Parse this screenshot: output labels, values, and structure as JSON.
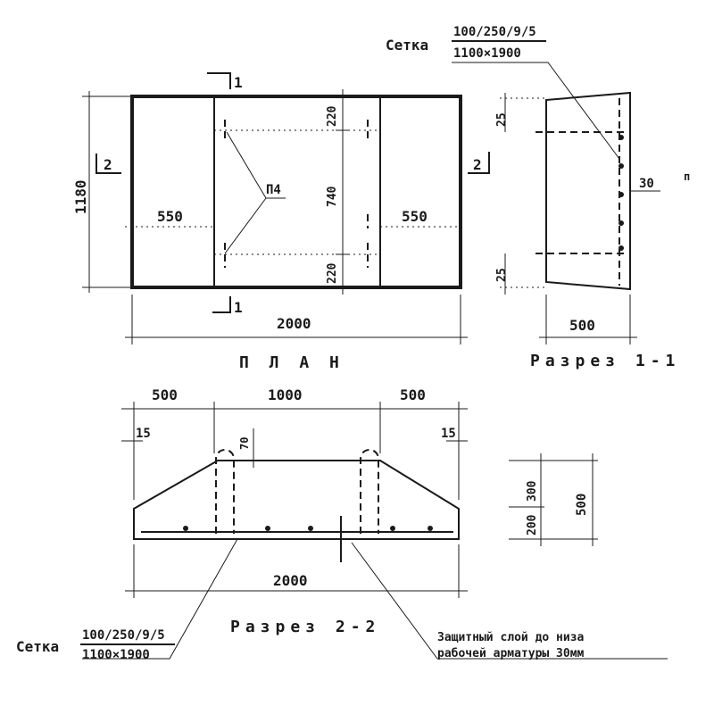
{
  "plan": {
    "title": "П Л А Н",
    "width_total": "2000",
    "height_total": "1180",
    "left_span": "550",
    "right_span": "550",
    "mid_height": "740",
    "top_offset": "220",
    "bottom_offset": "220",
    "mark_p4": "П4",
    "section_1_top": "1",
    "section_1_bottom": "1",
    "section_2_left": "2",
    "section_2_right": "2"
  },
  "mesh_top": {
    "label": "Сетка",
    "numerator": "100/250/9/5",
    "denominator": "1100×1900"
  },
  "section11": {
    "title": "Разрез 1-1",
    "top_cover": "25",
    "bottom_cover": "25",
    "side_cover": "30",
    "width": "500",
    "stray_mark": "п"
  },
  "section22": {
    "title": "Разрез 2-2",
    "left": "500",
    "mid": "1000",
    "right": "500",
    "edge_left": "15",
    "edge_right": "15",
    "loop_height": "70",
    "total": "2000",
    "h_upper": "300",
    "h_lower": "200",
    "h_total": "500"
  },
  "mesh_bottom": {
    "label": "Сетка",
    "numerator": "100/250/9/5",
    "denominator": "1100×1900"
  },
  "note": {
    "line1": "Защитный слой до низа",
    "line2": "рабочей арматуры 30мм"
  }
}
